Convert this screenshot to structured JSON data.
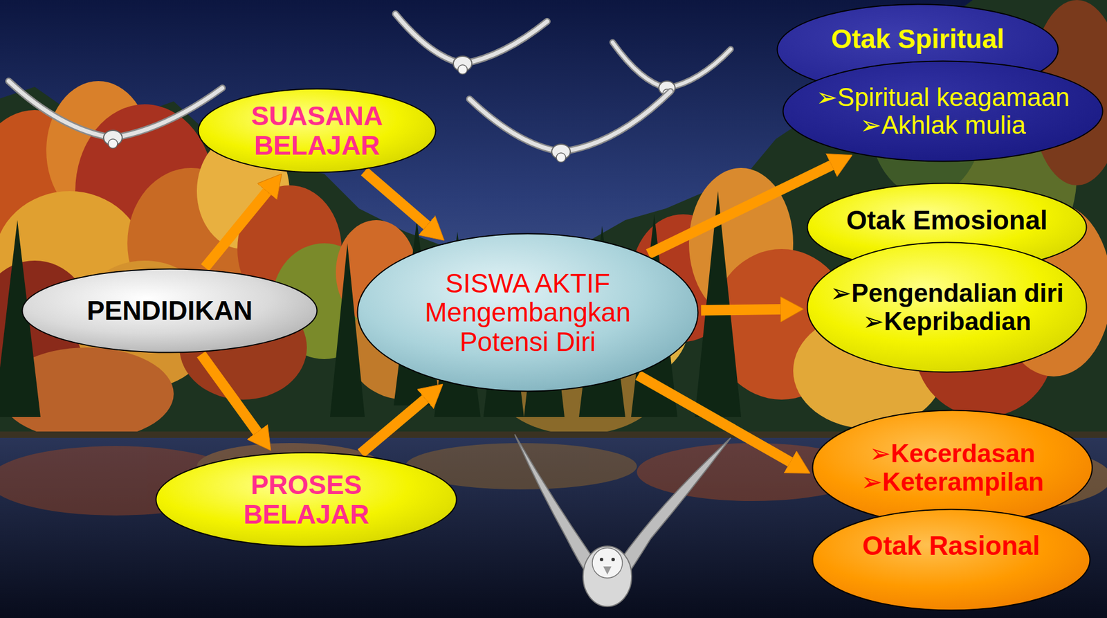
{
  "diagram": {
    "nodes": [
      {
        "text": [
          "PENDIDIKAN"
        ]
      },
      {
        "text": [
          "SUASANA BELAJAR"
        ]
      },
      {
        "text": [
          "PROSES BELAJAR"
        ]
      },
      {
        "text": [
          "SISWA AKTIF",
          "Mengembangkan Potensi Diri"
        ]
      },
      {
        "text": [
          "Otak Spiritual"
        ]
      },
      {
        "text": [
          "➢Spiritual keagamaan",
          "➢Akhlak mulia"
        ]
      },
      {
        "text": [
          "Otak Emosional"
        ]
      },
      {
        "text": [
          "➢Pengendalian diri",
          "➢Kepribadian"
        ]
      },
      {
        "text": [
          "➢Kecerdasan",
          "➢Keterampilan"
        ]
      },
      {
        "text": [
          "Otak Rasional"
        ]
      }
    ],
    "edges": [
      {
        "from": 0,
        "to": 1,
        "arrow": "to"
      },
      {
        "from": 0,
        "to": 2,
        "arrow": "to"
      },
      {
        "from": 1,
        "to": 3,
        "arrow": "to"
      },
      {
        "from": 2,
        "to": 3,
        "arrow": "to"
      },
      {
        "from": 3,
        "to": 5,
        "arrow": "to"
      },
      {
        "from": 3,
        "to": 7,
        "arrow": "to"
      },
      {
        "from": 3,
        "to": 8,
        "arrow": "to"
      }
    ]
  }
}
